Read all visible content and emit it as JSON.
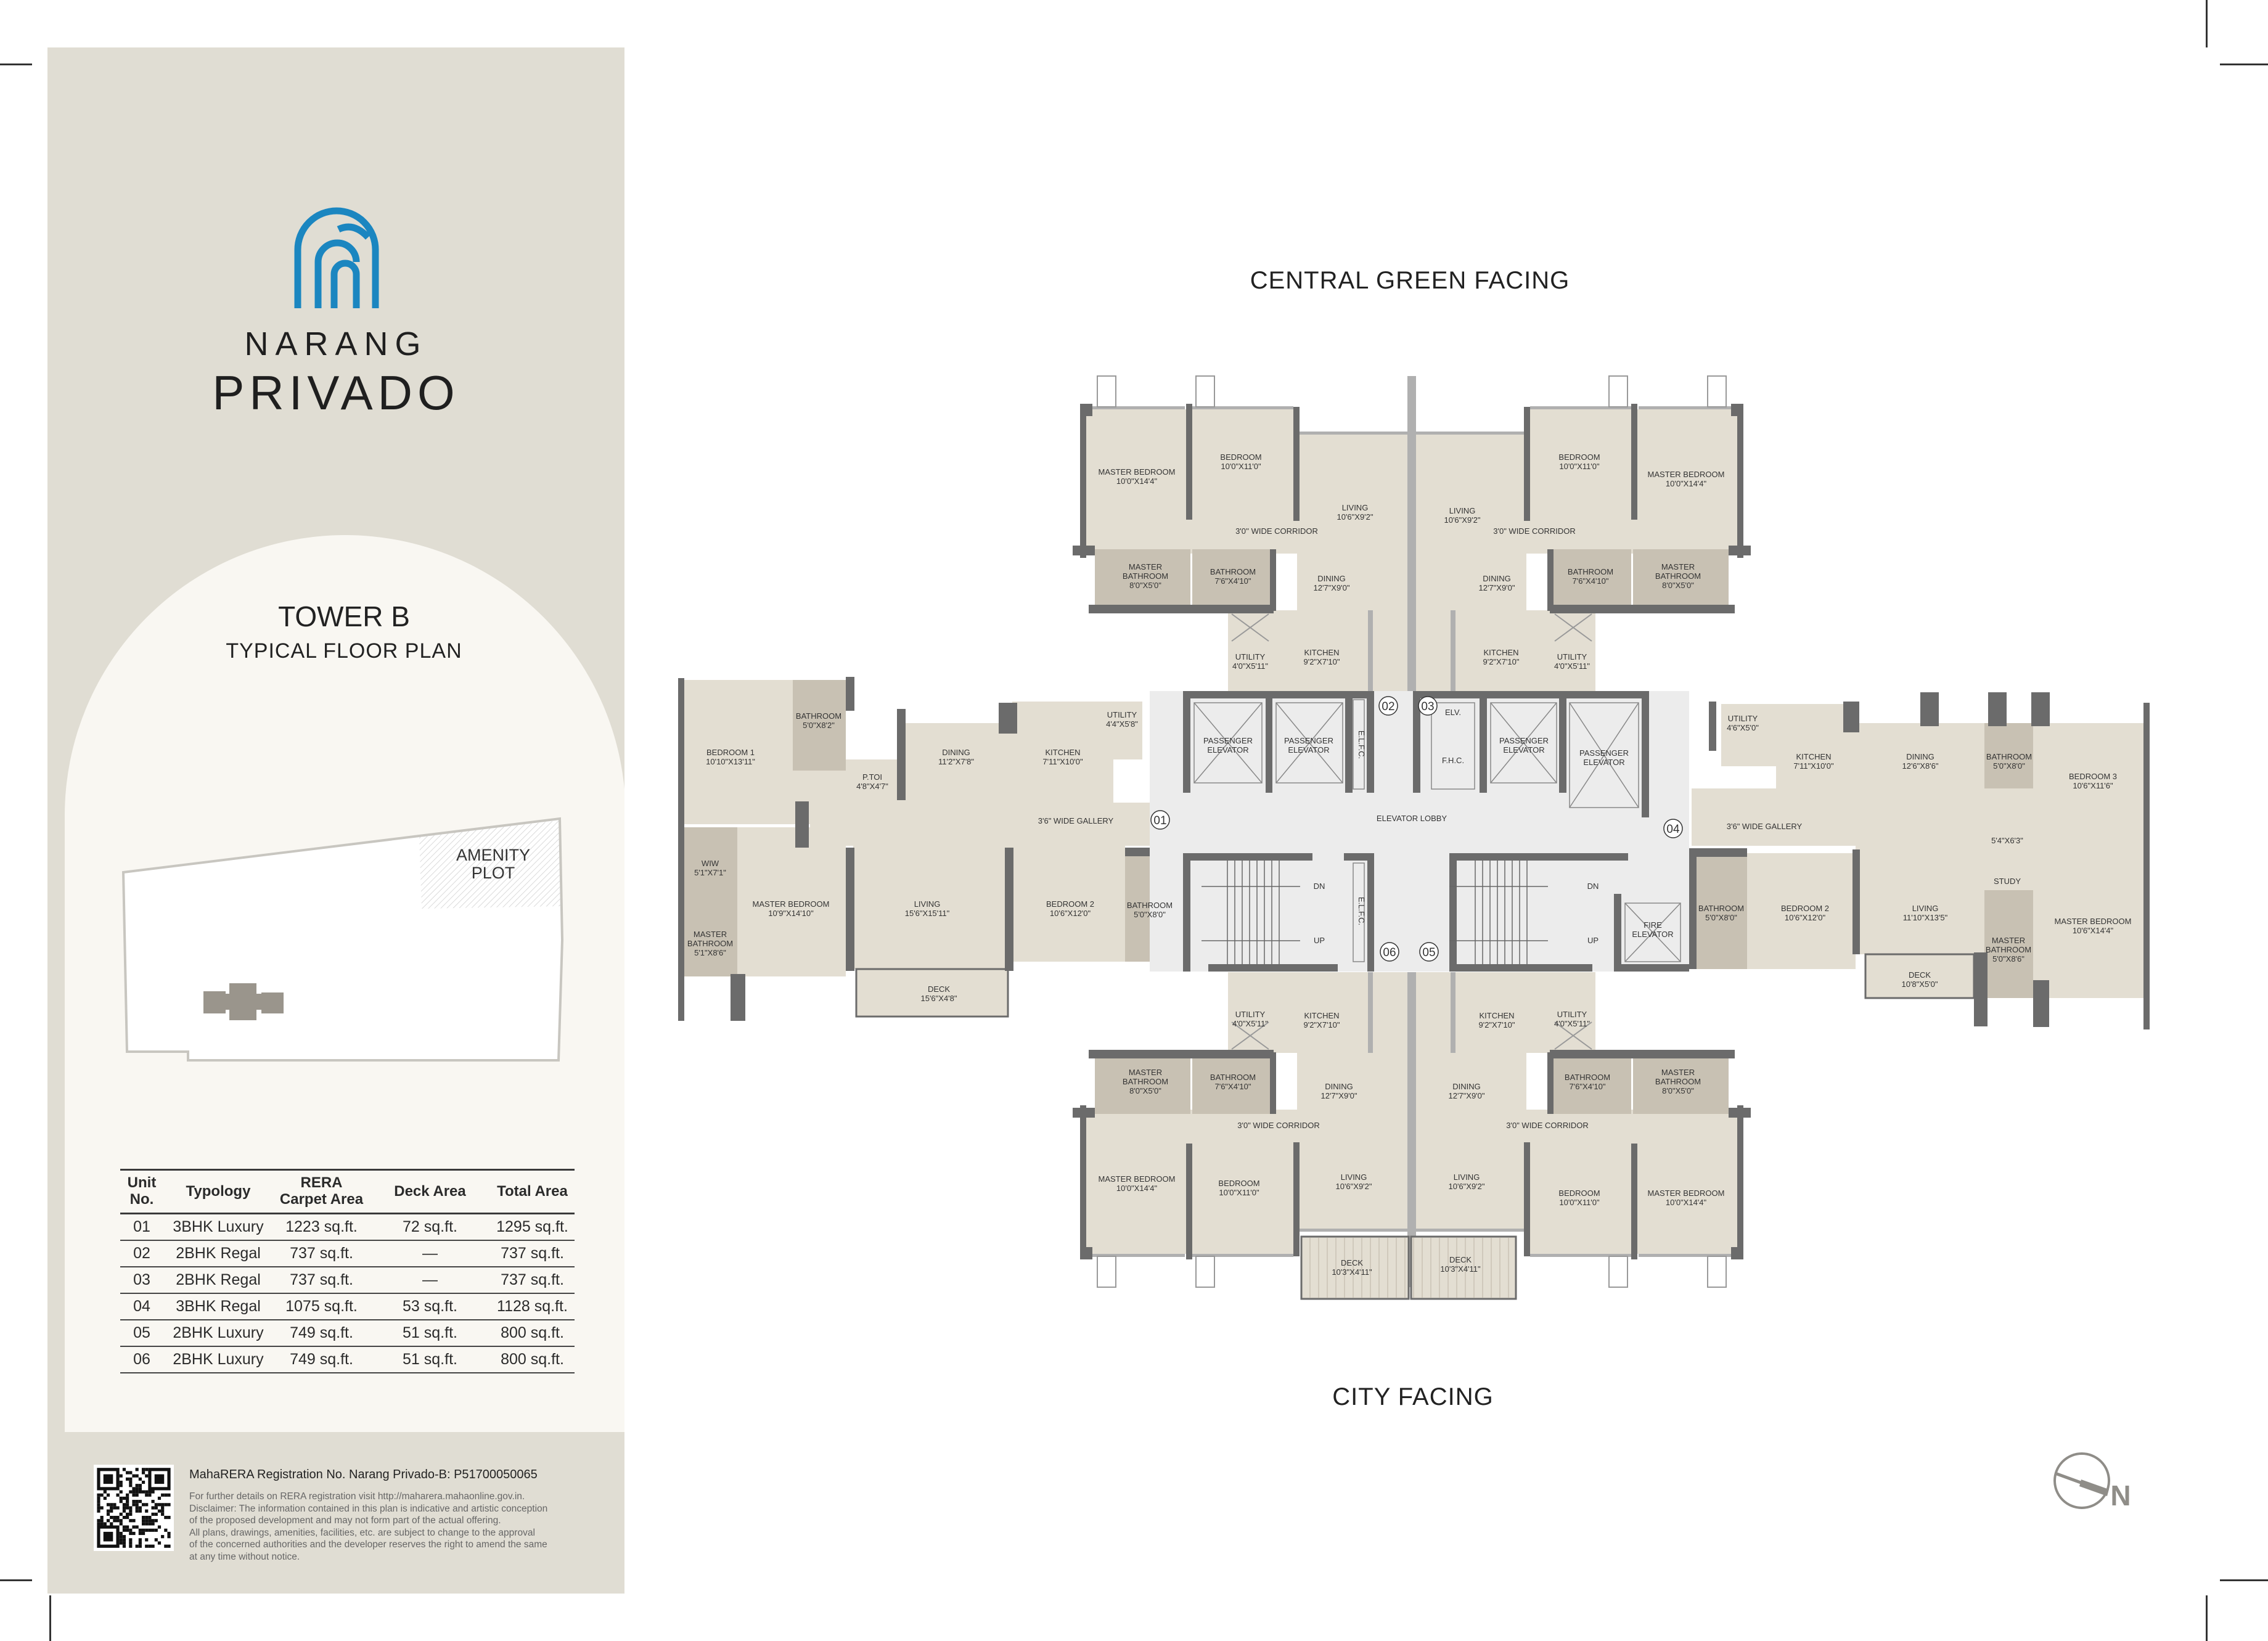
{
  "brand": {
    "name_line1": "NARANG",
    "name_line2": "PRIVADO",
    "logo_color": "#1b86c0"
  },
  "plan_title": {
    "tower": "TOWER B",
    "subtitle": "TYPICAL FLOOR PLAN"
  },
  "site_plan": {
    "amenity_label_lines": [
      "AMENITY",
      "PLOT"
    ]
  },
  "area_table": {
    "headers": [
      "Unit\nNo.",
      "Typology",
      "RERA\nCarpet Area",
      "Deck Area",
      "Total Area"
    ],
    "header_lines": [
      [
        "Unit",
        "No."
      ],
      [
        "Typology"
      ],
      [
        "RERA",
        "Carpet Area"
      ],
      [
        "Deck Area"
      ],
      [
        "Total Area"
      ]
    ],
    "rows": [
      [
        "01",
        "3BHK Luxury",
        "1223 sq.ft.",
        "72 sq.ft.",
        "1295 sq.ft."
      ],
      [
        "02",
        "2BHK Regal",
        "737 sq.ft.",
        "—",
        "737 sq.ft."
      ],
      [
        "03",
        "2BHK Regal",
        "737 sq.ft.",
        "—",
        "737 sq.ft."
      ],
      [
        "04",
        "3BHK Regal",
        "1075 sq.ft.",
        "53 sq.ft.",
        "1128 sq.ft."
      ],
      [
        "05",
        "2BHK Luxury",
        "749 sq.ft.",
        "51 sq.ft.",
        "800 sq.ft."
      ],
      [
        "06",
        "2BHK Luxury",
        "749 sq.ft.",
        "51 sq.ft.",
        "800 sq.ft."
      ]
    ]
  },
  "footer": {
    "registration": "MahaRERA Registration No. Narang Privado-B: P51700050065",
    "disclaimer_lines": [
      "For further details on RERA registration visit http://maharera.mahaonline.gov.in.",
      "Disclaimer: The information contained in this plan is indicative and artistic conception",
      "of the proposed development and may not form part of the actual offering.",
      "All plans, drawings, amenities, facilities, etc. are subject to change to the approval",
      "of the concerned authorities and the developer reserves the right to amend the same",
      "at any time without notice."
    ]
  },
  "orientation": {
    "top": "CENTRAL GREEN FACING",
    "bottom": "CITY FACING",
    "north": "N"
  },
  "floor_plan": {
    "colors": {
      "floor": "#e3ded2",
      "bathroom": "#c8c1b3",
      "wall": "#6b6b6b",
      "lobby": "#ececec"
    },
    "unit_markers": {
      "u01": "01",
      "u02": "02",
      "u03": "03",
      "u04": "04",
      "u05": "05",
      "u06": "06"
    },
    "core": {
      "passenger_elevator": [
        "PASSENGER",
        "ELEVATOR"
      ],
      "fire_elevator": [
        "FIRE",
        "ELEVATOR"
      ],
      "elevator_lobby": [
        "ELEVATOR LOBBY"
      ],
      "elfc": [
        "E.L.F.C."
      ],
      "elv": [
        "ELV."
      ],
      "fhc": [
        "F.H.C."
      ],
      "dn": [
        "DN"
      ],
      "up": [
        "UP"
      ]
    },
    "rooms": {
      "u01": {
        "bedroom_1": [
          "BEDROOM 1",
          "10'10\"X13'11\""
        ],
        "bathroom": [
          "BATHROOM",
          "5'0\"X8'2\""
        ],
        "ptoi": [
          "P.TOI",
          "4'8\"X4'7\""
        ],
        "dining": [
          "DINING",
          "11'2\"X7'8\""
        ],
        "kitchen": [
          "KITCHEN",
          "7'11\"X10'0\""
        ],
        "utility": [
          "UTILITY",
          "4'4\"X5'8\""
        ],
        "gallery": [
          "3'6\" WIDE GALLERY"
        ],
        "wiw": [
          "WIW",
          "5'1\"X7'1\""
        ],
        "master_bedroom": [
          "MASTER BEDROOM",
          "10'9\"X14'10\""
        ],
        "living": [
          "LIVING",
          "15'6\"X15'11\""
        ],
        "bedroom_2": [
          "BEDROOM 2",
          "10'6\"X12'0\""
        ],
        "bathroom_2": [
          "BATHROOM",
          "5'0\"X8'0\""
        ],
        "master_bathroom": [
          "MASTER",
          "BATHROOM",
          "5'1\"X8'6\""
        ],
        "deck": [
          "DECK",
          "15'6\"X4'8\""
        ]
      },
      "u02": {
        "master_bedroom": [
          "MASTER BEDROOM",
          "10'0\"X14'4\""
        ],
        "bedroom": [
          "BEDROOM",
          "10'0\"X11'0\""
        ],
        "living": [
          "LIVING",
          "10'6\"X9'2\""
        ],
        "corridor": [
          "3'0'' WIDE CORRIDOR"
        ],
        "master_bathroom": [
          "MASTER",
          "BATHROOM",
          "8'0\"X5'0\""
        ],
        "bathroom": [
          "BATHROOM",
          "7'6\"X4'10\""
        ],
        "dining": [
          "DINING",
          "12'7\"X9'0\""
        ],
        "utility": [
          "UTILITY",
          "4'0\"X5'11\""
        ],
        "kitchen": [
          "KITCHEN",
          "9'2\"X7'10\""
        ]
      },
      "u03": {
        "master_bedroom": [
          "MASTER BEDROOM",
          "10'0\"X14'4\""
        ],
        "bedroom": [
          "BEDROOM",
          "10'0\"X11'0\""
        ],
        "living": [
          "LIVING",
          "10'6\"X9'2\""
        ],
        "corridor": [
          "3'0\" WIDE CORRIDOR"
        ],
        "master_bathroom": [
          "MASTER",
          "BATHROOM",
          "8'0\"X5'0\""
        ],
        "bathroom": [
          "BATHROOM",
          "7'6\"X4'10\""
        ],
        "dining": [
          "DINING",
          "12'7\"X9'0\""
        ],
        "utility": [
          "UTILITY",
          "4'0\"X5'11\""
        ],
        "kitchen": [
          "KITCHEN",
          "9'2\"X7'10\""
        ]
      },
      "u04": {
        "utility": [
          "UTILITY",
          "4'6\"X5'0\""
        ],
        "kitchen": [
          "KITCHEN",
          "7'11\"X10'0\""
        ],
        "dining": [
          "DINING",
          "12'6\"X8'6\""
        ],
        "bathroom": [
          "BATHROOM",
          "5'0\"X8'0\""
        ],
        "bedroom_3": [
          "BEDROOM  3",
          "10'6\"X11'6\""
        ],
        "gallery": [
          "3'6\" WIDE GALLERY"
        ],
        "passage": [
          "5'4\"X6'3\""
        ],
        "study": [
          "STUDY"
        ],
        "bathroom_2": [
          "BATHROOM",
          "5'0\"X8'0\""
        ],
        "bedroom_2": [
          "BEDROOM 2",
          "10'6\"X12'0\""
        ],
        "living": [
          "LIVING",
          "11'10\"X13'5\""
        ],
        "master_bedroom": [
          "MASTER BEDROOM",
          "10'6\"X14'4\""
        ],
        "master_bathroom": [
          "MASTER",
          "BATHROOM",
          "5'0\"X8'6\""
        ],
        "deck": [
          "DECK",
          "10'8\"X5'0\""
        ]
      },
      "u05": {
        "kitchen": [
          "KITCHEN",
          "9'2\"X7'10\""
        ],
        "utility": [
          "UTILITY",
          "4'0\"X5'11\""
        ],
        "dining": [
          "DINING",
          "12'7\"X9'0\""
        ],
        "bathroom": [
          "BATHROOM",
          "7'6\"X4'10\""
        ],
        "master_bathroom": [
          "MASTER",
          "BATHROOM",
          "8'0\"X5'0\""
        ],
        "corridor": [
          "3'0\" WIDE CORRIDOR"
        ],
        "living": [
          "LIVING",
          "10'6\"X9'2\""
        ],
        "bedroom": [
          "BEDROOM",
          "10'0\"X11'0\""
        ],
        "master_bedroom": [
          "MASTER BEDROOM",
          "10'0\"X14'4\""
        ],
        "deck": [
          "DECK",
          "10'3\"X4'11\""
        ]
      },
      "u06": {
        "utility": [
          "UTILITY",
          "4'0\"X5'11\""
        ],
        "kitchen": [
          "KITCHEN",
          "9'2\"X7'10\""
        ],
        "master_bathroom": [
          "MASTER",
          "BATHROOM",
          "8'0\"X5'0\""
        ],
        "bathroom": [
          "BATHROOM",
          "7'6\"X4'10\""
        ],
        "dining": [
          "DINING",
          "12'7\"X9'0\""
        ],
        "corridor": [
          "3'0\" WIDE CORRIDOR"
        ],
        "master_bedroom": [
          "MASTER BEDROOM",
          "10'0\"X14'4\""
        ],
        "bedroom": [
          "BEDROOM",
          "10'0\"X11'0\""
        ],
        "living": [
          "LIVING",
          "10'6\"X9'2\""
        ],
        "deck": [
          "DECK",
          "10'3\"X4'11\""
        ]
      }
    }
  }
}
